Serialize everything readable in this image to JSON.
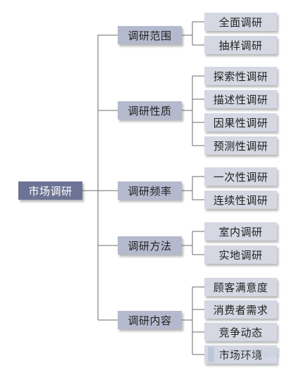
{
  "diagram": {
    "root": "市场调研",
    "branches": [
      {
        "label": "调研范围",
        "children": [
          "全面调研",
          "抽样调研"
        ]
      },
      {
        "label": "调研性质",
        "children": [
          "探索性调研",
          "描述性调研",
          "因果性调研",
          "预测性调研"
        ]
      },
      {
        "label": "调研频率",
        "children": [
          "一次性调研",
          "连续性调研"
        ]
      },
      {
        "label": "调研方法",
        "children": [
          "室内调研",
          "实地调研"
        ]
      },
      {
        "label": "调研内容",
        "children": [
          "顾客满意度",
          "消费者需求",
          "竞争动态",
          "市场环境"
        ]
      }
    ]
  },
  "colors": {
    "root": "#6d7394",
    "branch": "#b5b9cd",
    "leaf": "#d5d7e2",
    "line": "#6b6b6b"
  },
  "watermark": {
    "text": "华经情报网"
  }
}
